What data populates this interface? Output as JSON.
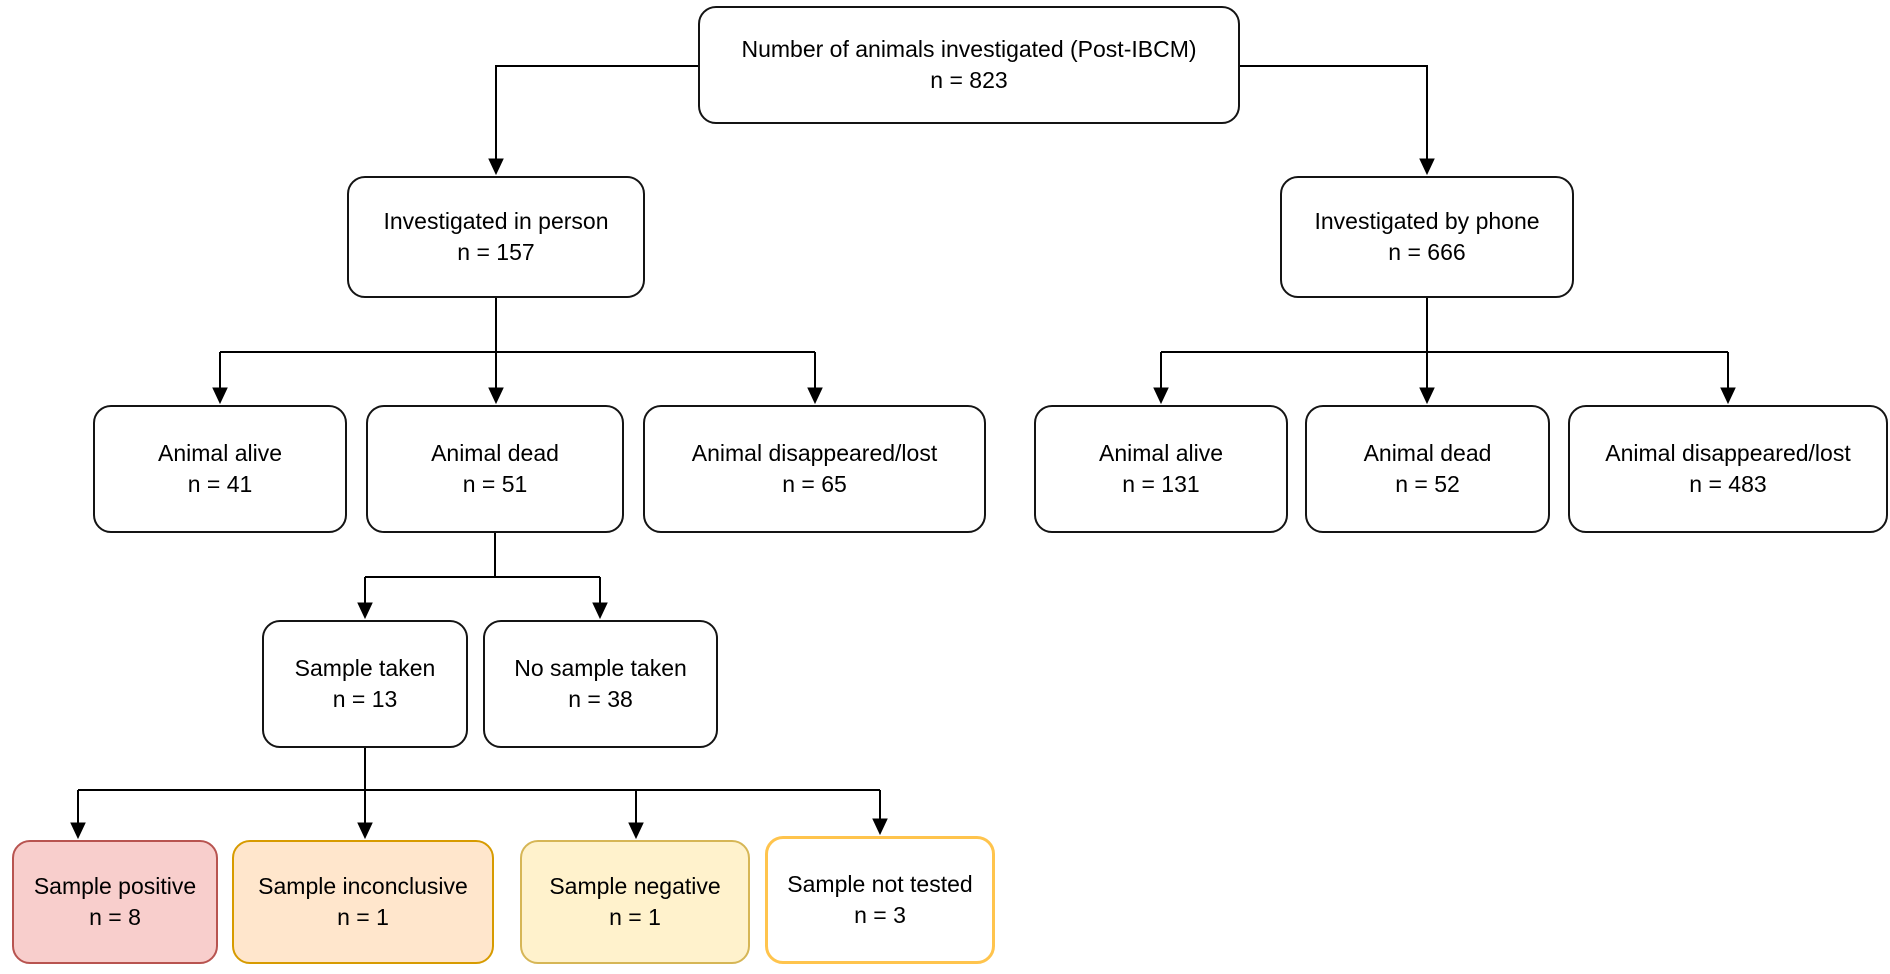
{
  "diagram": {
    "type": "flowchart",
    "title": "Number of animals investigated (Post-IBCM)",
    "nodes": {
      "root": {
        "label": "Number of animals investigated (Post-IBCM)",
        "count": "n = 823"
      },
      "in_person": {
        "label": "Investigated in person",
        "count": "n = 157"
      },
      "by_phone": {
        "label": "Investigated by phone",
        "count": "n = 666"
      },
      "p_alive": {
        "label": "Animal alive",
        "count": "n = 41"
      },
      "p_dead": {
        "label": "Animal dead",
        "count": "n = 51"
      },
      "p_lost": {
        "label": "Animal disappeared/lost",
        "count": "n = 65"
      },
      "ph_alive": {
        "label": "Animal alive",
        "count": "n = 131"
      },
      "ph_dead": {
        "label": "Animal dead",
        "count": "n = 52"
      },
      "ph_lost": {
        "label": "Animal disappeared/lost",
        "count": "n = 483"
      },
      "sample_taken": {
        "label": "Sample taken",
        "count": "n = 13"
      },
      "no_sample": {
        "label": "No sample taken",
        "count": "n = 38"
      },
      "positive": {
        "label": "Sample positive",
        "count": "n = 8"
      },
      "inconclusive": {
        "label": "Sample inconclusive",
        "count": "n = 1"
      },
      "negative": {
        "label": "Sample negative",
        "count": "n = 1"
      },
      "not_tested": {
        "label": "Sample not tested",
        "count": "n = 3"
      }
    },
    "edges": [
      [
        "root",
        "in_person"
      ],
      [
        "root",
        "by_phone"
      ],
      [
        "in_person",
        "p_alive"
      ],
      [
        "in_person",
        "p_dead"
      ],
      [
        "in_person",
        "p_lost"
      ],
      [
        "by_phone",
        "ph_alive"
      ],
      [
        "by_phone",
        "ph_dead"
      ],
      [
        "by_phone",
        "ph_lost"
      ],
      [
        "p_dead",
        "sample_taken"
      ],
      [
        "p_dead",
        "no_sample"
      ],
      [
        "sample_taken",
        "positive"
      ],
      [
        "sample_taken",
        "inconclusive"
      ],
      [
        "sample_taken",
        "negative"
      ],
      [
        "sample_taken",
        "not_tested"
      ]
    ],
    "colors": {
      "positive": {
        "fill": "#f8cecc",
        "stroke": "#b85450"
      },
      "inconclusive": {
        "fill": "#ffe6cc",
        "stroke": "#d79b00"
      },
      "negative": {
        "fill": "#fff2cc",
        "stroke": "#d6b656"
      },
      "not_tested": {
        "fill": "#ffffff",
        "stroke": "#ffc44d"
      },
      "default_stroke": "#141414",
      "line": "#000000"
    }
  }
}
